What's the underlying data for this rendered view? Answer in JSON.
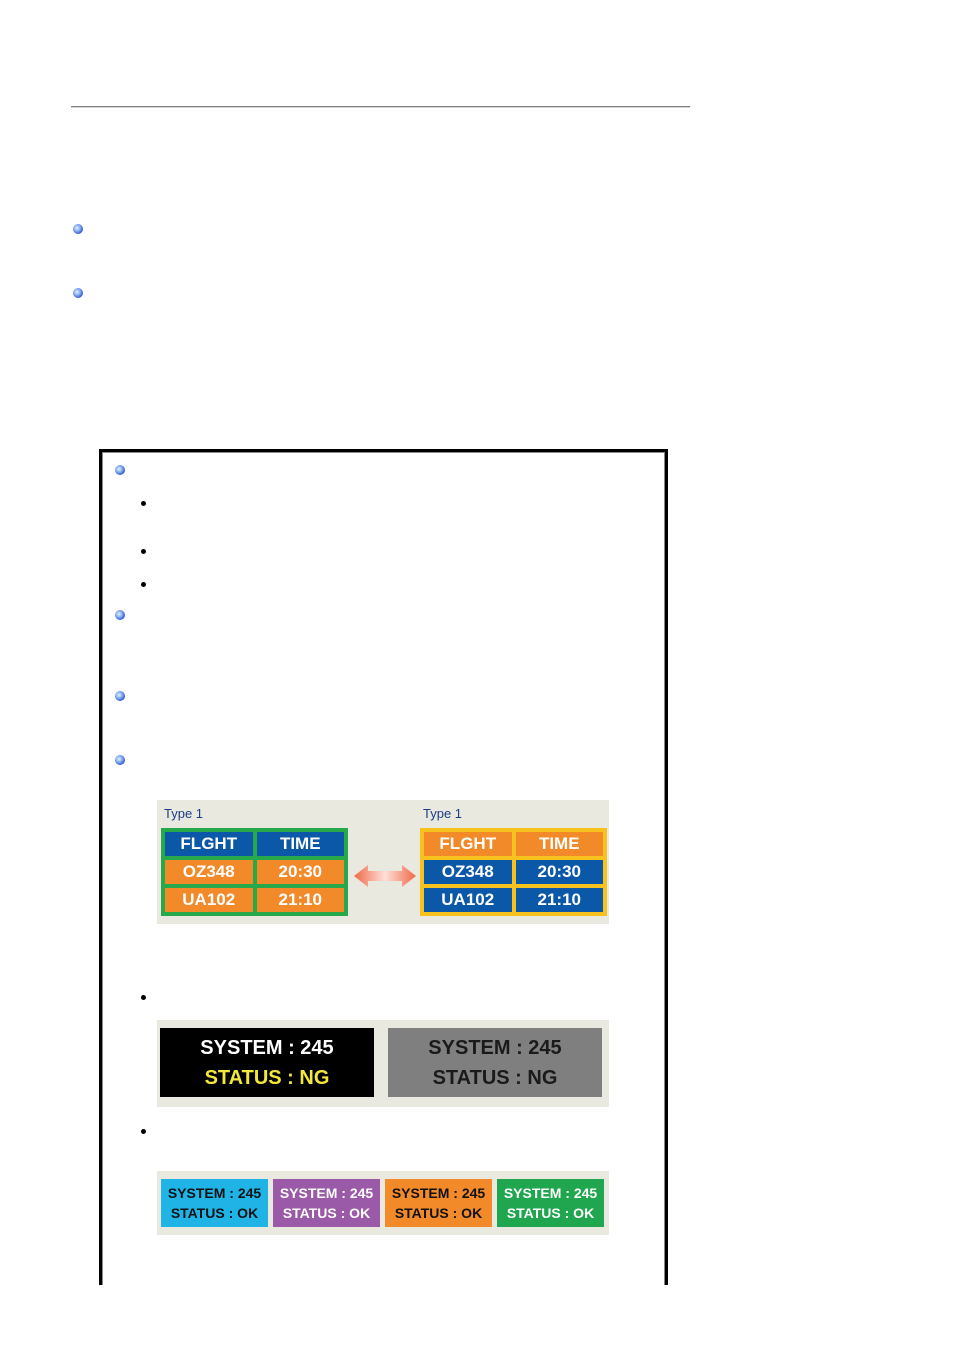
{
  "page": {
    "section_markers": [
      "orb-bullet",
      "orb-bullet"
    ],
    "box_markers": [
      "orb-bullet",
      "orb-bullet",
      "orb-bullet",
      "orb-bullet"
    ]
  },
  "figure_flight": {
    "left": {
      "label": "Type 1",
      "border_color": "#27a84a",
      "headers": [
        "FLGHT",
        "TIME"
      ],
      "rows": [
        [
          "OZ348",
          "20:30"
        ],
        [
          "UA102",
          "21:10"
        ]
      ],
      "header_color": "#0c58a8",
      "row_color": "#f28a2a"
    },
    "right": {
      "label": "Type 1",
      "border_color": "#f7c21e",
      "headers": [
        "FLGHT",
        "TIME"
      ],
      "rows": [
        [
          "OZ348",
          "20:30"
        ],
        [
          "UA102",
          "21:10"
        ]
      ],
      "header_color": "#f28a2a",
      "row_color": "#0c58a8"
    },
    "arrow": "double-arrow-icon"
  },
  "figure_contrast": {
    "boxes": [
      {
        "line1": "SYSTEM : 245",
        "line2": "STATUS : NG",
        "bg": "#000000",
        "color1": "#ffffff",
        "color2": "#f2e83a"
      },
      {
        "line1": "SYSTEM : 245",
        "line2": "STATUS : NG",
        "bg": "#7f7f7f",
        "color1": "#1a1a1a",
        "color2": "#1a1a1a"
      }
    ]
  },
  "figure_colors": {
    "boxes": [
      {
        "line1": "SYSTEM : 245",
        "line2": "STATUS : OK",
        "bg": "#1fb3e6",
        "color": "#111111"
      },
      {
        "line1": "SYSTEM : 245",
        "line2": "STATUS : OK",
        "bg": "#9b5aa8",
        "color": "#ffffff"
      },
      {
        "line1": "SYSTEM : 245",
        "line2": "STATUS : OK",
        "bg": "#f28a2a",
        "color": "#111111"
      },
      {
        "line1": "SYSTEM : 245",
        "line2": "STATUS : OK",
        "bg": "#1fa64f",
        "color": "#ffffff"
      }
    ]
  }
}
